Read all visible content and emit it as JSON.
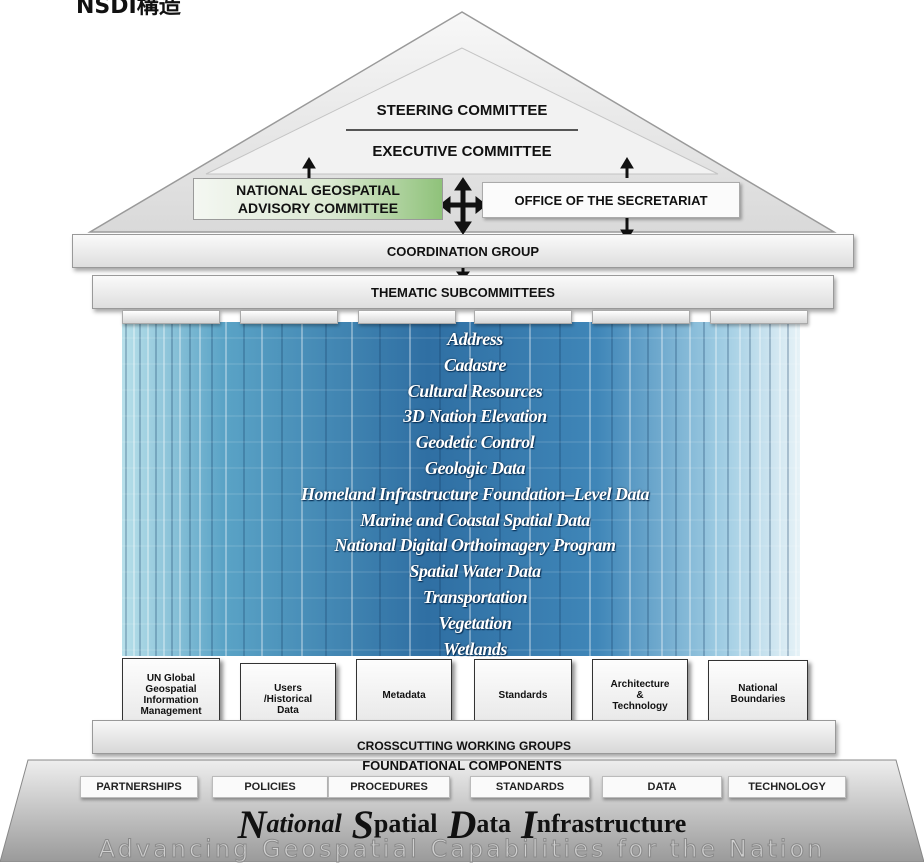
{
  "header_text": "NSDI構造",
  "governance": {
    "steering": "STEERING COMMITTEE",
    "executive": "EXECUTIVE COMMITTEE",
    "ngac": "NATIONAL GEOSPATIAL\nADVISORY COMMITTEE",
    "secretariat": "OFFICE OF THE SECRETARIAT",
    "coordination": "COORDINATION GROUP",
    "thematic": "THEMATIC SUBCOMMITTEES"
  },
  "themes": [
    "Address",
    "Cadastre",
    "Cultural Resources",
    "3D Nation Elevation",
    "Geodetic Control",
    "Geologic Data",
    "Homeland Infrastructure Foundation–Level Data",
    "Marine and Coastal Spatial Data",
    "National Digital Orthoimagery Program",
    "Spatial Water Data",
    "Transportation",
    "Vegetation",
    "Wetlands"
  ],
  "working_groups": [
    "UN Global\nGeospatial\nInformation\nManagement",
    "Users\n/Historical\nData",
    "Metadata",
    "Standards",
    "Architecture\n&\nTechnology",
    "National\nBoundaries"
  ],
  "crosscutting": "CROSSCUTTING WORKING GROUPS",
  "foundational": "FOUNDATIONAL COMPONENTS",
  "components": [
    "PARTNERSHIPS",
    "POLICIES",
    "PROCEDURES",
    "STANDARDS",
    "DATA",
    "TECHNOLOGY"
  ],
  "title": {
    "w1_cap": "N",
    "w1_rest": "ational",
    "w2_cap": "S",
    "w2_rest": "patial",
    "w3_cap": "D",
    "w3_rest": "ata",
    "w4_cap": "I",
    "w4_rest": "nfrastructure"
  },
  "tagline": "Advancing Geospatial Capabilities for the Nation",
  "colors": {
    "ngac_green": "#8fc27a",
    "column_blue": "#3a7fb0",
    "column_light": "#9fd0e0",
    "roof_gray": "#e8e8e8"
  }
}
